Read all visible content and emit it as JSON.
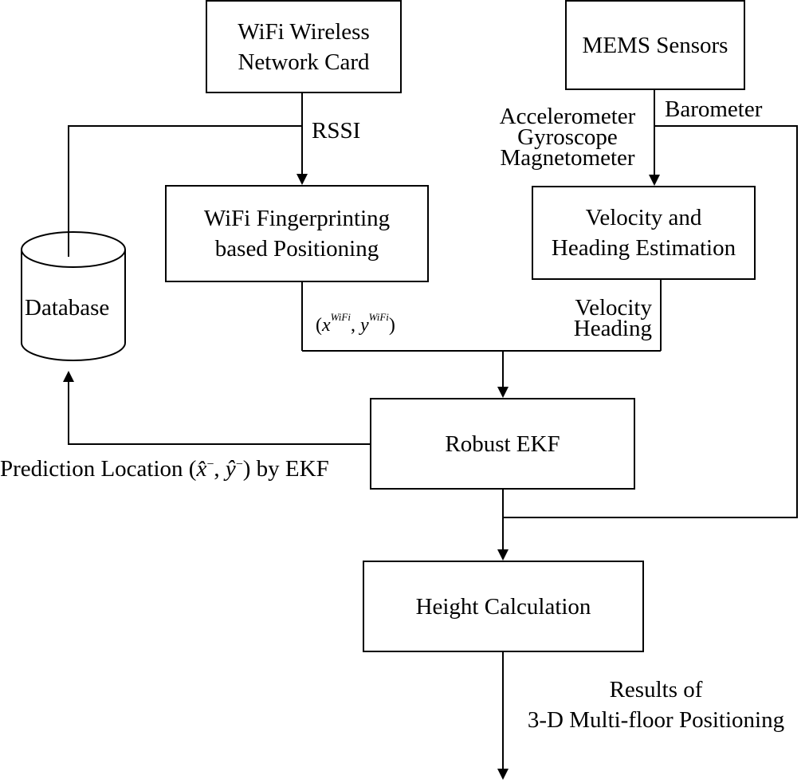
{
  "boxes": {
    "wifi_card": [
      "WiFi Wireless",
      "Network Card"
    ],
    "mems": "MEMS Sensors",
    "fingerprint": [
      "WiFi Fingerprinting",
      "based Positioning"
    ],
    "velocity_heading": [
      "Velocity and",
      "Heading Estimation"
    ],
    "database": "Database",
    "ekf": "Robust EKF",
    "height": "Height Calculation"
  },
  "labels": {
    "rssi": "RSSI",
    "sensors": [
      "Accelerometer",
      "Gyroscope",
      "Magnetometer"
    ],
    "barometer": "Barometer",
    "wifi_pos": {
      "open": "(",
      "x": "x",
      "y": "y",
      "sup": "WiFi",
      "comma": ", ",
      "close": ")"
    },
    "vel_head": [
      "Velocity",
      "Heading"
    ],
    "prediction": {
      "prefix": "Prediction Location (",
      "x": "x̂",
      "y": "ŷ",
      "sup": "−",
      "comma": ", ",
      "suffix": ") by EKF"
    },
    "results": [
      "Results of",
      "3-D Multi-floor Positioning"
    ]
  }
}
